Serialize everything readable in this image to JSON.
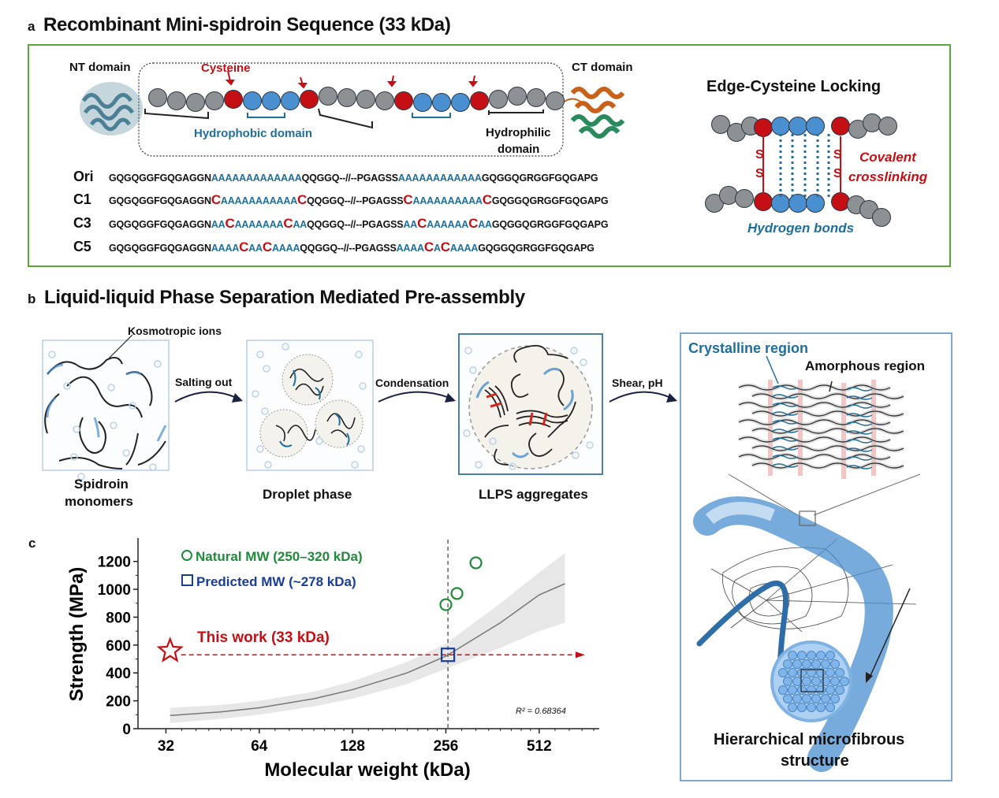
{
  "panel_a": {
    "letter": "a",
    "title": "Recombinant Mini-spidroin Sequence  (33 kDa)",
    "nt_domain": "NT domain",
    "ct_domain": "CT domain",
    "cysteine_label": "Cysteine",
    "hydrophobic_label": "Hydrophobic domain",
    "hydrophilic_label_1": "Hydrophilic",
    "hydrophilic_label_2": "domain",
    "sequences": [
      {
        "name": "Ori",
        "segments": [
          {
            "t": "GQGQGGFGQGAGGN",
            "c": "k"
          },
          {
            "t": "AAAAAAAAAAAAA",
            "c": "b"
          },
          {
            "t": "QQGGQ--//--PGAGSS",
            "c": "k"
          },
          {
            "t": "AAAAAAAAAAAA",
            "c": "b"
          },
          {
            "t": "GQGGQGRGGFGQGAPG",
            "c": "k"
          }
        ]
      },
      {
        "name": "C1",
        "segments": [
          {
            "t": "GQGQGGFGQGAGGN",
            "c": "k"
          },
          {
            "t": "C",
            "c": "r"
          },
          {
            "t": "AAAAAAAAAAA",
            "c": "b"
          },
          {
            "t": "C",
            "c": "r"
          },
          {
            "t": "QQGGQ--//--PGAGSS",
            "c": "k"
          },
          {
            "t": "C",
            "c": "r"
          },
          {
            "t": "AAAAAAAAAA",
            "c": "b"
          },
          {
            "t": "C",
            "c": "r"
          },
          {
            "t": "GQGGQGRGGFGQGAPG",
            "c": "k"
          }
        ]
      },
      {
        "name": "C3",
        "segments": [
          {
            "t": "GQGQGGFGQGAGGN",
            "c": "k"
          },
          {
            "t": "AA",
            "c": "b"
          },
          {
            "t": "C",
            "c": "r"
          },
          {
            "t": "AAAAAAA",
            "c": "b"
          },
          {
            "t": "C",
            "c": "r"
          },
          {
            "t": "AA",
            "c": "b"
          },
          {
            "t": "QQGGQ--//--PGAGSS",
            "c": "k"
          },
          {
            "t": "AA",
            "c": "b"
          },
          {
            "t": "C",
            "c": "r"
          },
          {
            "t": "AAAAAA",
            "c": "b"
          },
          {
            "t": "C",
            "c": "r"
          },
          {
            "t": "AA",
            "c": "b"
          },
          {
            "t": "GQGGQGRGGFGQGAPG",
            "c": "k"
          }
        ]
      },
      {
        "name": "C5",
        "segments": [
          {
            "t": "GQGQGGFGQGAGGN",
            "c": "k"
          },
          {
            "t": "AAAA",
            "c": "b"
          },
          {
            "t": "C",
            "c": "r"
          },
          {
            "t": "AA",
            "c": "b"
          },
          {
            "t": "C",
            "c": "r"
          },
          {
            "t": "AAAA",
            "c": "b"
          },
          {
            "t": "QQGGQ--//--PGAGSS",
            "c": "k"
          },
          {
            "t": "AAAA",
            "c": "b"
          },
          {
            "t": "C",
            "c": "r"
          },
          {
            "t": "A",
            "c": "b"
          },
          {
            "t": "C",
            "c": "r"
          },
          {
            "t": "AAAA",
            "c": "b"
          },
          {
            "t": "GQGGQGRGGFGQGAPG",
            "c": "k"
          }
        ]
      }
    ],
    "locking_title": "Edge-Cysteine Locking",
    "covalent_1": "Covalent",
    "covalent_2": "crosslinking",
    "hbonds": "Hydrogen bonds",
    "sulfur": "S"
  },
  "panel_b": {
    "letter": "b",
    "title": "Liquid-liquid Phase Separation Mediated Pre-assembly",
    "kosmotropic": "Kosmotropic ions",
    "step1_1": "Spidroin",
    "step1_2": "monomers",
    "arrow1": "Salting out",
    "step2": "Droplet phase",
    "arrow2": "Condensation",
    "step3": "LLPS aggregates",
    "arrow3": "Shear, pH",
    "crystalline": "Crystalline region",
    "amorphous": "Amorphous region",
    "final_1": "Hierarchical microfibrous",
    "final_2": "structure"
  },
  "colors": {
    "green_border": "#5aa63a",
    "cysteine_red": "#c40f14",
    "hydrophobic_blue": "#4a8fcf",
    "residue_gray": "#8e9194",
    "text_blue": "#1f6f9a",
    "natural_green": "#1f8a3a",
    "predicted_navy": "#1a3d96"
  },
  "chart_data": {
    "type": "scatter",
    "panel_letter": "c",
    "title": "",
    "xlabel": "Molecular weight (kDa)",
    "ylabel": "Strength (MPa)",
    "x_scale": "log2",
    "xlim": [
      26,
      800
    ],
    "ylim": [
      0,
      1300
    ],
    "x_ticks": [
      32,
      64,
      128,
      256,
      512
    ],
    "y_ticks": [
      0,
      200,
      400,
      600,
      800,
      1000,
      1200
    ],
    "grid": false,
    "legend_position": "top-left",
    "series": [
      {
        "name": "Natural MW (250–320 kDa)",
        "marker": "circle",
        "color": "#1f8a3a",
        "points": [
          {
            "x": 256,
            "y": 890
          },
          {
            "x": 278,
            "y": 970
          },
          {
            "x": 320,
            "y": 1190
          }
        ]
      },
      {
        "name": "Predicted MW (~278 kDa)",
        "marker": "square",
        "color": "#1a3d96",
        "points": [
          {
            "x": 260,
            "y": 530
          }
        ]
      },
      {
        "name": "This work (33 kDa)",
        "marker": "star",
        "color": "#c40f14",
        "points": [
          {
            "x": 33,
            "y": 530
          }
        ]
      }
    ],
    "fit_curve": {
      "x": [
        33,
        48,
        64,
        96,
        128,
        192,
        256,
        384,
        512,
        620
      ],
      "y": [
        95,
        120,
        150,
        215,
        280,
        400,
        520,
        760,
        960,
        1040
      ],
      "ci_lower": [
        40,
        70,
        100,
        160,
        215,
        320,
        430,
        580,
        700,
        760
      ],
      "ci_upper": [
        150,
        170,
        200,
        265,
        340,
        480,
        610,
        900,
        1120,
        1260
      ]
    },
    "reference_lines": {
      "vertical_x": 260,
      "horizontal_y": 530
    },
    "annotation": "R² = 0.68364"
  }
}
